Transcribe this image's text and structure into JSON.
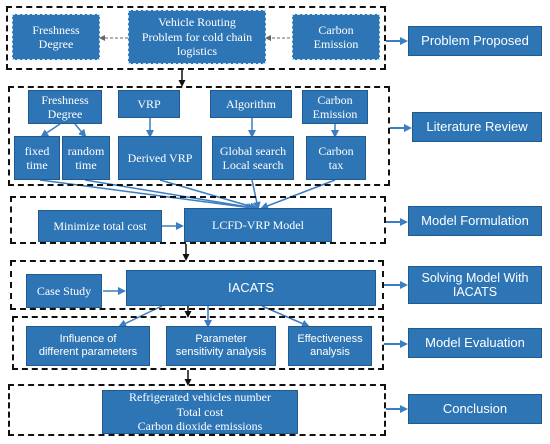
{
  "colors": {
    "box_fill": "#2e75b6",
    "arrow": "#3b7ec2",
    "frame": "#111111"
  },
  "problem": {
    "freshness": "Freshness\nDegree",
    "vrp_cold": "Vehicle Routing\nProblem for cold chain\nlogistics",
    "carbon": "Carbon\nEmission"
  },
  "literature": {
    "freshness": "Freshness\nDegree",
    "vrp": "VRP",
    "algorithm": "Algorithm",
    "carbon": "Carbon\nEmission",
    "fixed_time": "fixed\ntime",
    "random_time": "random\ntime",
    "derived_vrp": "Derived VRP",
    "search": "Global search\nLocal search",
    "carbon_tax": "Carbon\ntax"
  },
  "formulation": {
    "minimize": "Minimize total cost",
    "model": "LCFD-VRP Model"
  },
  "solving": {
    "case_study": "Case Study",
    "iacats": "IACATS"
  },
  "evaluation": {
    "influence": "Influence of\ndifferent parameters",
    "sensitivity": "Parameter\nsensitivity analysis",
    "effectiveness": "Effectiveness\nanalysis"
  },
  "conclusion": {
    "text": "Refrigerated vehicles number\nTotal cost\nCarbon dioxide emissions"
  },
  "stages": {
    "problem": "Problem Proposed",
    "literature": "Literature Review",
    "formulation": "Model Formulation",
    "solving": "Solving Model With\nIACATS",
    "evaluation": "Model Evaluation",
    "conclusion": "Conclusion"
  }
}
